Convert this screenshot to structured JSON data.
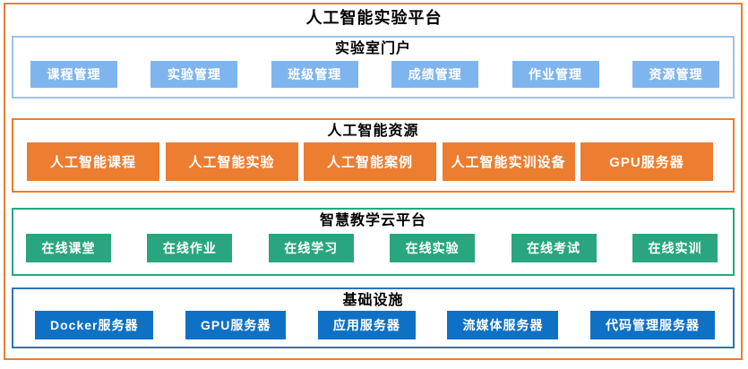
{
  "page": {
    "title": "人工智能实验平台"
  },
  "colors": {
    "outer_border": "#ED7D31",
    "title_text": "#000000",
    "button_text": "#FFFFFF",
    "portal_border": "#9DC3E6",
    "portal_button": "#7FB5EE",
    "ai_border": "#ED7D31",
    "ai_button": "#ED7D31",
    "cloud_border": "#29A67F",
    "cloud_button": "#29A67F",
    "infra_border": "#2E75B6",
    "infra_button": "#0E71C6"
  },
  "sections": [
    {
      "title": "实验室门户",
      "buttons": [
        "课程管理",
        "实验管理",
        "班级管理",
        "成绩管理",
        "作业管理",
        "资源管理"
      ]
    },
    {
      "title": "人工智能资源",
      "buttons": [
        "人工智能课程",
        "人工智能实验",
        "人工智能案例",
        "人工智能实训设备",
        "GPU服务器"
      ]
    },
    {
      "title": "智慧教学云平台",
      "buttons": [
        "在线课堂",
        "在线作业",
        "在线学习",
        "在线实验",
        "在线考试",
        "在线实训"
      ]
    },
    {
      "title": "基础设施",
      "buttons": [
        "Docker服务器",
        "GPU服务器",
        "应用服务器",
        "流媒体服务器",
        "代码管理服务器"
      ]
    }
  ]
}
